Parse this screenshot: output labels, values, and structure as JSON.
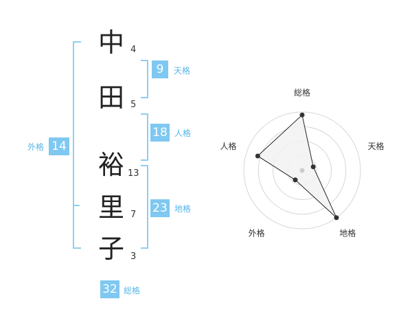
{
  "name": {
    "chars": [
      {
        "char": "中",
        "strokes": "4"
      },
      {
        "char": "田",
        "strokes": "5"
      },
      {
        "char": "裕",
        "strokes": "13"
      },
      {
        "char": "里",
        "strokes": "7"
      },
      {
        "char": "子",
        "strokes": "3"
      }
    ]
  },
  "kakusu": {
    "tenkaku": {
      "value": "9",
      "label": "天格"
    },
    "jinkaku": {
      "value": "18",
      "label": "人格"
    },
    "chikaku": {
      "value": "23",
      "label": "地格"
    },
    "gaikaku": {
      "value": "14",
      "label": "外格"
    },
    "soukaku": {
      "value": "32",
      "label": "総格"
    }
  },
  "colors": {
    "accent": "#7fc8f1",
    "accent_text": "#58b6ea",
    "bracket": "#8fcdf2",
    "radar_fill": "#f2f2f2",
    "radar_line": "#222222"
  },
  "chart_data": {
    "type": "radar",
    "axes": [
      "総格",
      "天格",
      "地格",
      "外格",
      "人格"
    ],
    "values": [
      0.95,
      0.2,
      1.0,
      0.2,
      0.8
    ],
    "rings": 4,
    "range": [
      0,
      1
    ]
  }
}
